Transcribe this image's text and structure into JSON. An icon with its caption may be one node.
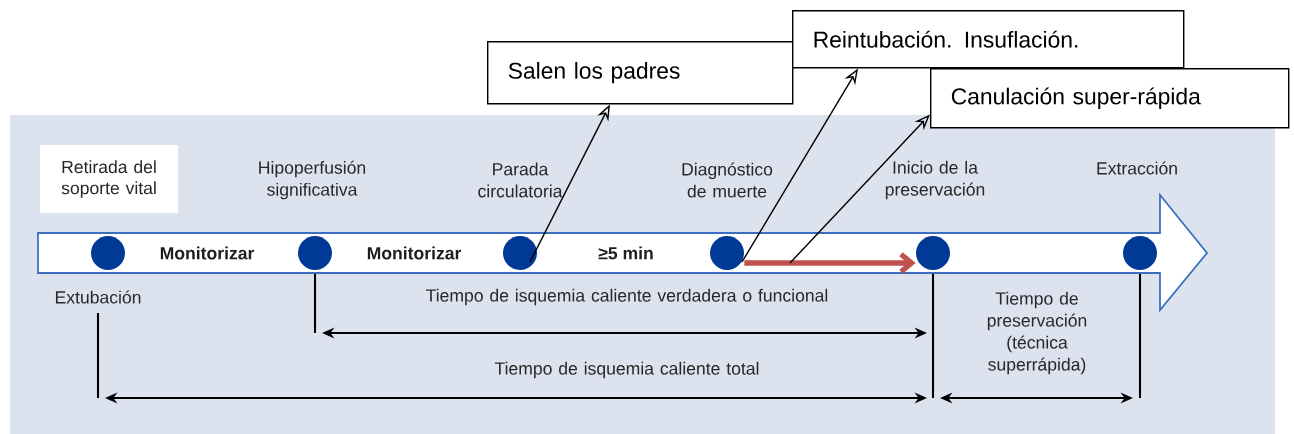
{
  "diagram": {
    "nodes": [
      {
        "text": [
          "Salen los padres"
        ]
      },
      {
        "text": [
          "Reintubación. Insuflación."
        ]
      },
      {
        "text": [
          "Canulación super-rápida"
        ]
      },
      {
        "text": [
          "Retirada del soporte vital"
        ]
      },
      {
        "text": [
          "Monitorizar",
          "Monitorizar",
          "≥5 min"
        ]
      },
      {
        "text": [],
        "shape": "circle",
        "in": 4
      },
      {
        "text": [],
        "shape": "circle",
        "in": 4
      },
      {
        "text": [],
        "shape": "circle",
        "in": 4
      },
      {
        "text": [],
        "shape": "circle",
        "in": 4
      },
      {
        "text": [],
        "shape": "circle",
        "in": 4
      },
      {
        "text": [],
        "shape": "circle",
        "in": 4
      }
    ],
    "edges": [
      {
        "from": 7,
        "to": 0,
        "arrow": "to"
      },
      {
        "from": 8,
        "to": 1,
        "arrow": "to"
      },
      {
        "from": 8,
        "to": 9,
        "arrow": "to",
        "style": "thick",
        "color": "#c0504d"
      },
      {
        "from": 4,
        "to": 2,
        "arrow": "to"
      }
    ],
    "labels": [
      "Hipoperfusión significativa",
      "Parada circulatoria",
      "Diagnóstico de muerte",
      "Inicio de la preservación",
      "Extracción",
      "Extubación",
      "Tiempo de isquemia caliente verdadera o funcional",
      "Tiempo de preservación (técnica superrápida)",
      "Tiempo de isquemia caliente total"
    ]
  }
}
